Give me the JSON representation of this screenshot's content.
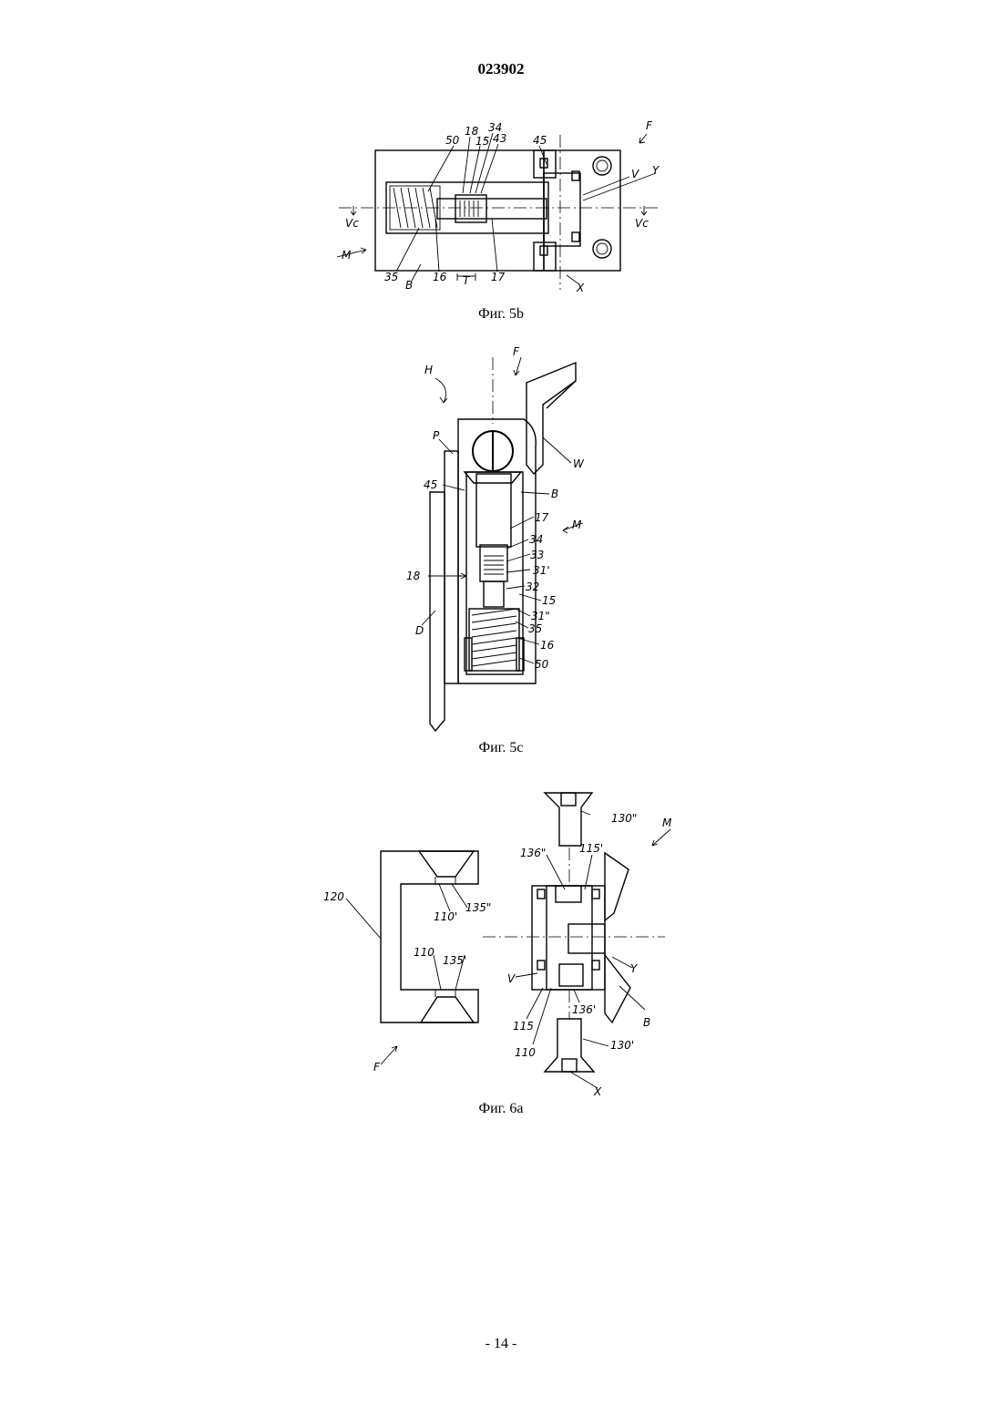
{
  "document_number": "023902",
  "page_number": "- 14 -",
  "figures": {
    "fig5b": {
      "caption": "Фиг. 5b",
      "labels": [
        "50",
        "18",
        "15",
        "34",
        "43",
        "45",
        "F",
        "V",
        "Y",
        "Vc",
        "Vc",
        "M",
        "35",
        "B",
        "16",
        "T",
        "17",
        "X"
      ]
    },
    "fig5c": {
      "caption": "Фиг. 5c",
      "labels": [
        "F",
        "H",
        "P",
        "W",
        "45",
        "B",
        "17",
        "M",
        "34",
        "33",
        "31'",
        "18",
        "32",
        "15",
        "31\"",
        "D",
        "35",
        "16",
        "50"
      ]
    },
    "fig6a": {
      "caption": "Фиг. 6a",
      "labels": [
        "130\"",
        "M",
        "136\"",
        "115'",
        "120",
        "110'",
        "135\"",
        "110",
        "135'",
        "V",
        "Y",
        "136'",
        "B",
        "115",
        "130'",
        "110",
        "F",
        "X"
      ]
    }
  }
}
